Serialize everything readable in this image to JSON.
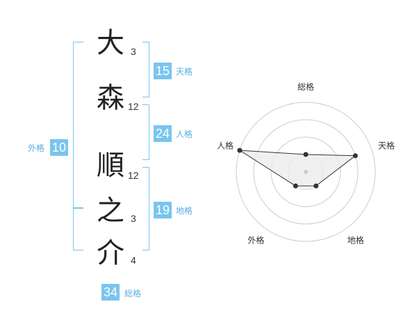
{
  "name": {
    "characters": [
      {
        "char": "大",
        "strokes": "3"
      },
      {
        "char": "森",
        "strokes": "12"
      },
      {
        "char": "順",
        "strokes": "12"
      },
      {
        "char": "之",
        "strokes": "3"
      },
      {
        "char": "介",
        "strokes": "4"
      }
    ]
  },
  "fortunes": {
    "tenkaku": {
      "value": "15",
      "label": "天格"
    },
    "jinkaku": {
      "value": "24",
      "label": "人格"
    },
    "chikaku": {
      "value": "19",
      "label": "地格"
    },
    "gaikaku": {
      "value": "10",
      "label": "外格"
    },
    "soukaku": {
      "value": "34",
      "label": "総格"
    }
  },
  "colors": {
    "accent": "#79c5ee",
    "label": "#5aaee0",
    "radar_fill": "#ececec",
    "radar_line": "#333333",
    "ring": "#cccccc"
  },
  "chart_data": {
    "type": "radar",
    "axes": [
      "総格",
      "天格",
      "地格",
      "外格",
      "人格"
    ],
    "max": 4,
    "values": [
      1,
      3,
      1,
      1,
      4
    ]
  }
}
